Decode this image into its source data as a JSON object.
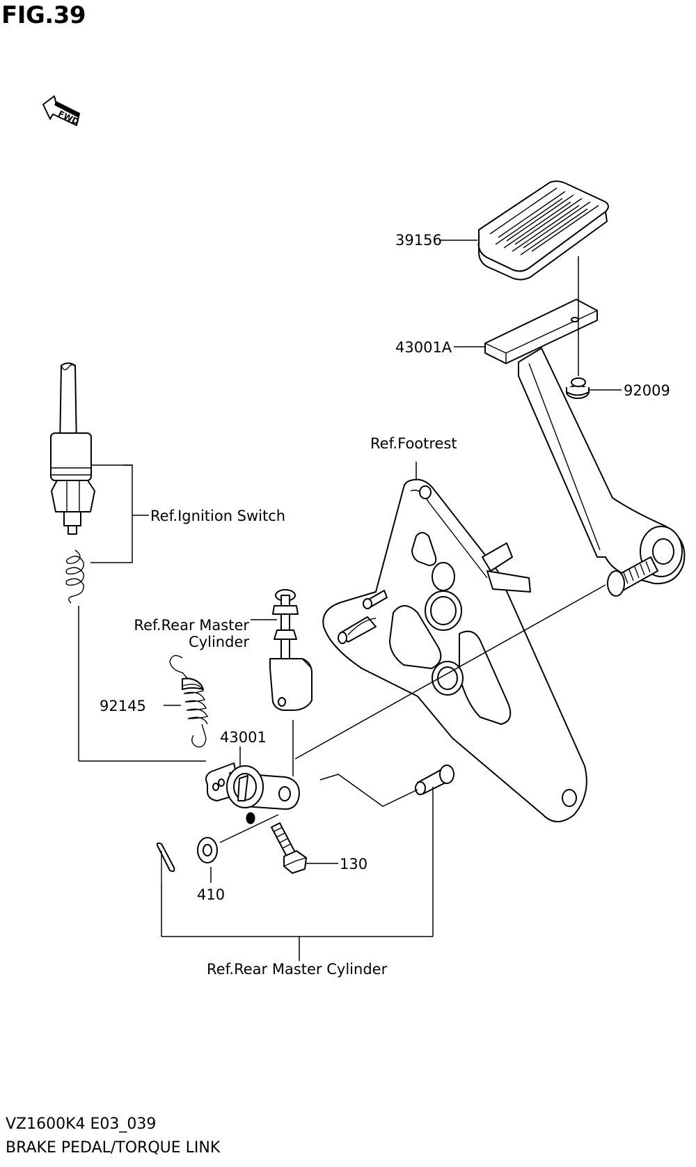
{
  "figure": {
    "title": "FIG.39",
    "code": "VZ1600K4 E03_039",
    "name": "BRAKE PEDAL/TORQUE LINK"
  },
  "fwd_label": "FWD",
  "parts": {
    "p39156": "39156",
    "p43001A": "43001A",
    "p92009": "92009",
    "p43001": "43001",
    "p92145": "92145",
    "p130": "130",
    "p410": "410"
  },
  "references": {
    "footrest": "Ref.Footrest",
    "ignition_switch": "Ref.Ignition Switch",
    "rear_master_cylinder_line1": "Ref.Rear Master",
    "rear_master_cylinder_line2": "Cylinder",
    "rear_master_cylinder_bottom": "Ref.Rear Master Cylinder"
  }
}
